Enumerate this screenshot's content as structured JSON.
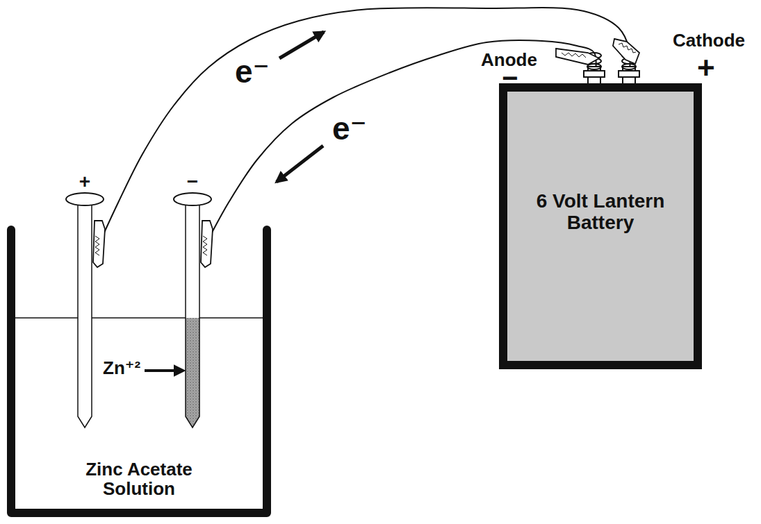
{
  "diagram": {
    "nodes": [
      {
        "text": [
          "Zinc Acetate Solution"
        ]
      },
      {
        "text": [
          "+"
        ],
        "in": 0
      },
      {
        "text": [
          "−"
        ],
        "in": 0
      },
      {
        "text": [
          "6 Volt Lantern Battery"
        ]
      }
    ],
    "edges": [
      {
        "from": 1,
        "to": 3,
        "arrow": "none"
      },
      {
        "from": 2,
        "to": 3,
        "arrow": "none"
      }
    ],
    "labels": [
      "e⁻",
      "e⁻",
      "Zn⁺²",
      "Anode",
      "−",
      "Cathode",
      "+"
    ]
  }
}
